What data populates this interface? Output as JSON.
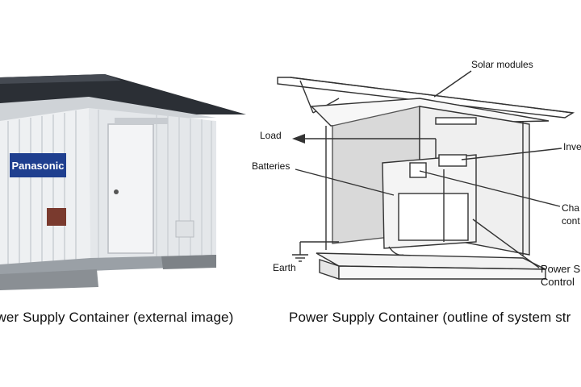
{
  "left_panel": {
    "brand": "Panasonic",
    "caption": "ower Supply Container (external image)"
  },
  "right_panel": {
    "caption": "Power Supply Container (outline of system str",
    "labels": {
      "solar_modules": "Solar modules",
      "load": "Load",
      "batteries": "Batteries",
      "inverter": "Inve",
      "charge_controller_line1": "Cha",
      "charge_controller_line2": "cont",
      "earth": "Earth",
      "power_supply_control_line1": "Power S",
      "power_supply_control_line2": "Control"
    }
  },
  "colors": {
    "background": "#ffffff",
    "container_white": "#eef0f2",
    "roof_dark": "#2b2f35",
    "brand_blue": "#1f3f8f",
    "panel_rust": "#7a3a2e",
    "outline": "#333333",
    "interior_gray": "#d9d9d9"
  }
}
